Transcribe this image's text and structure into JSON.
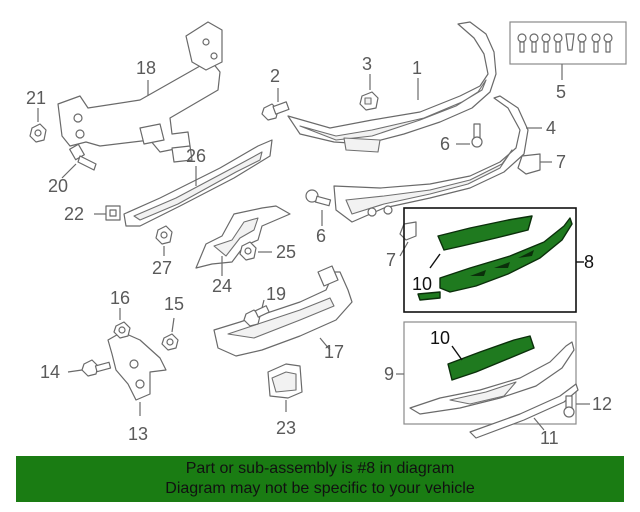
{
  "callouts": {
    "c1": "1",
    "c2": "2",
    "c3": "3",
    "c4": "4",
    "c5": "5",
    "c6a": "6",
    "c6b": "6",
    "c7a": "7",
    "c7b": "7",
    "c8": "8",
    "c9": "9",
    "c10a": "10",
    "c10b": "10",
    "c11": "11",
    "c12": "12",
    "c13": "13",
    "c14": "14",
    "c15": "15",
    "c16": "16",
    "c17": "17",
    "c18": "18",
    "c19": "19",
    "c20": "20",
    "c21": "21",
    "c22": "22",
    "c23": "23",
    "c24": "24",
    "c25": "25",
    "c26": "26",
    "c27": "27"
  },
  "highlight_color": "#1f7a1f",
  "banner": {
    "line1": "Part or sub-assembly is #8 in diagram",
    "line2": "Diagram may not be specific to your vehicle",
    "color": "#1a7c13"
  }
}
